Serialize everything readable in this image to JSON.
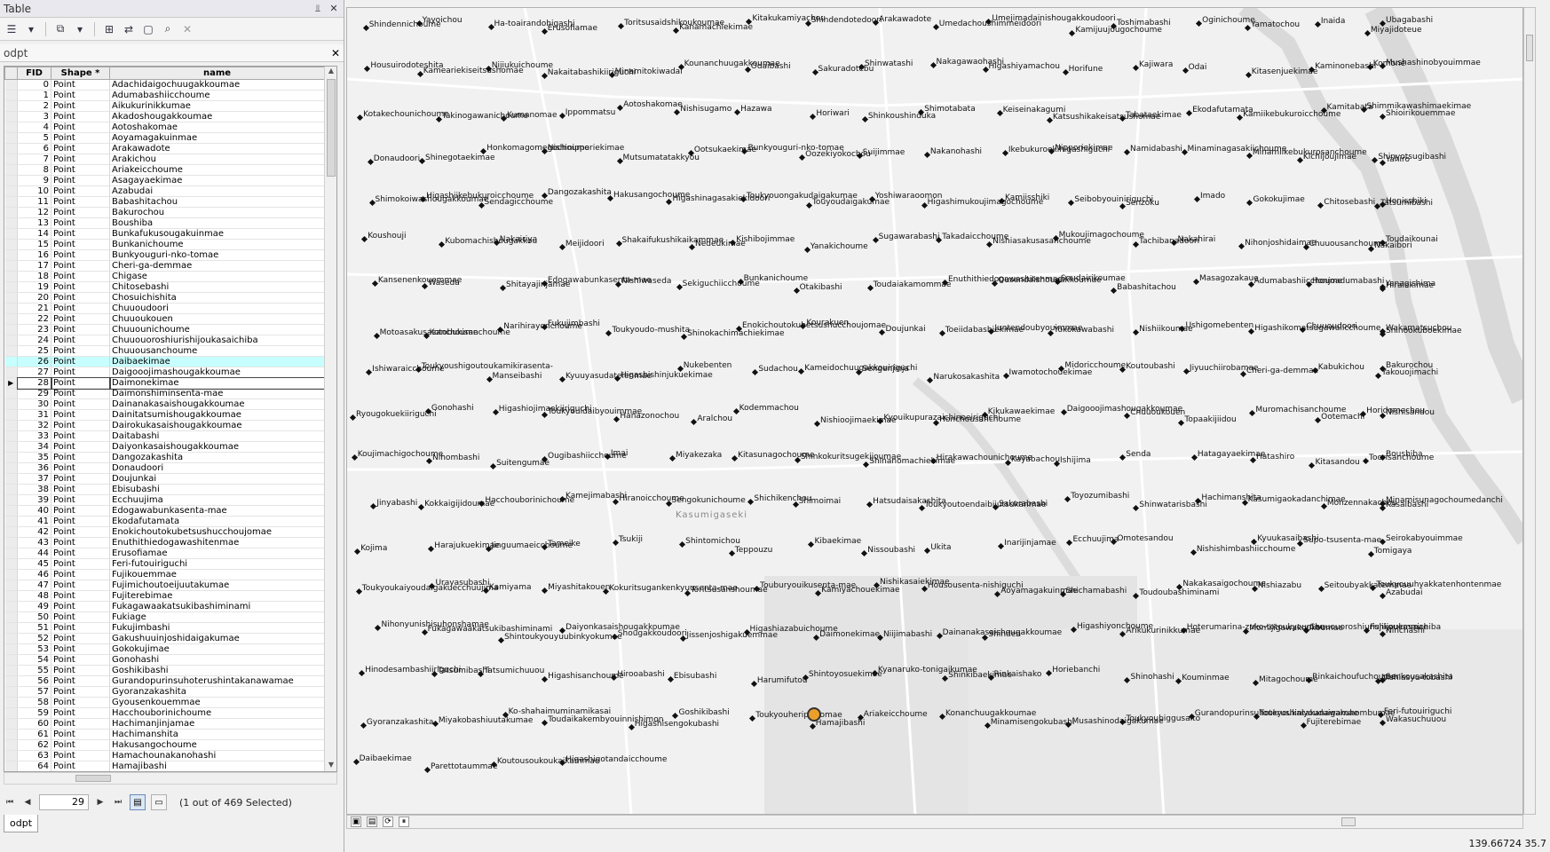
{
  "table_pane": {
    "title": "Table",
    "layer_tab": "odpt",
    "columns": [
      "FID",
      "Shape *",
      "name"
    ],
    "rows": [
      [
        "0",
        "Point",
        "Adachidaigochuugakkoumae"
      ],
      [
        "1",
        "Point",
        "Adumabashiicchoume"
      ],
      [
        "2",
        "Point",
        "Aikukurinikkumae"
      ],
      [
        "3",
        "Point",
        "Akadoshougakkoumae"
      ],
      [
        "4",
        "Point",
        "Aotoshakomae"
      ],
      [
        "5",
        "Point",
        "Aoyamagakuinmae"
      ],
      [
        "6",
        "Point",
        "Arakawadote"
      ],
      [
        "7",
        "Point",
        "Arakichou"
      ],
      [
        "8",
        "Point",
        "Ariakeicchoume"
      ],
      [
        "9",
        "Point",
        "Asagayaekimae"
      ],
      [
        "10",
        "Point",
        "Azabudai"
      ],
      [
        "11",
        "Point",
        "Babashitachou"
      ],
      [
        "12",
        "Point",
        "Bakurochou"
      ],
      [
        "13",
        "Point",
        "Boushiba"
      ],
      [
        "14",
        "Point",
        "Bunkafukusougakuinmae"
      ],
      [
        "15",
        "Point",
        "Bunkanichoume"
      ],
      [
        "16",
        "Point",
        "Bunkyouguri-nko-tomae"
      ],
      [
        "17",
        "Point",
        "Cheri-ga-demmae"
      ],
      [
        "18",
        "Point",
        "Chigase"
      ],
      [
        "19",
        "Point",
        "Chitosebashi"
      ],
      [
        "20",
        "Point",
        "Chosuichishita"
      ],
      [
        "21",
        "Point",
        "Chuuoudoori"
      ],
      [
        "22",
        "Point",
        "Chuuoukouen"
      ],
      [
        "23",
        "Point",
        "Chuuounichoume"
      ],
      [
        "24",
        "Point",
        "Chuuouoroshiurishijoukasaichiba"
      ],
      [
        "25",
        "Point",
        "Chuuousanchoume"
      ],
      [
        "26",
        "Point",
        "Daibaekimae"
      ],
      [
        "27",
        "Point",
        "Daigooojimashougakkoumae"
      ],
      [
        "28",
        "Point",
        "Daimonekimae"
      ],
      [
        "29",
        "Point",
        "Daimonshiminsenta-mae"
      ],
      [
        "30",
        "Point",
        "Dainanakasaishougakkoumae"
      ],
      [
        "31",
        "Point",
        "Dainitatsumishougakkoumae"
      ],
      [
        "32",
        "Point",
        "Dairokukasaishougakkoumae"
      ],
      [
        "33",
        "Point",
        "Daitabashi"
      ],
      [
        "34",
        "Point",
        "Daiyonkasaishougakkoumae"
      ],
      [
        "35",
        "Point",
        "Dangozakashita"
      ],
      [
        "36",
        "Point",
        "Donaudoori"
      ],
      [
        "37",
        "Point",
        "Doujunkai"
      ],
      [
        "38",
        "Point",
        "Ebisubashi"
      ],
      [
        "39",
        "Point",
        "Ecchuujima"
      ],
      [
        "40",
        "Point",
        "Edogawabunkasenta-mae"
      ],
      [
        "41",
        "Point",
        "Ekodafutamata"
      ],
      [
        "42",
        "Point",
        "Enokichoutokubetsushucchoujomae"
      ],
      [
        "43",
        "Point",
        "Enuthithiedogawashitenmae"
      ],
      [
        "44",
        "Point",
        "Erusofiamae"
      ],
      [
        "45",
        "Point",
        "Feri-futouiriguchi"
      ],
      [
        "46",
        "Point",
        "Fujikouemmae"
      ],
      [
        "47",
        "Point",
        "Fujimichoutoeijuutakumae"
      ],
      [
        "48",
        "Point",
        "Fujiterebimae"
      ],
      [
        "49",
        "Point",
        "Fukagawaakatsukibashiminami"
      ],
      [
        "50",
        "Point",
        "Fukiage"
      ],
      [
        "51",
        "Point",
        "Fukujimbashi"
      ],
      [
        "52",
        "Point",
        "Gakushuuinjoshidaigakumae"
      ],
      [
        "53",
        "Point",
        "Gokokujimae"
      ],
      [
        "54",
        "Point",
        "Gonohashi"
      ],
      [
        "55",
        "Point",
        "Goshikibashi"
      ],
      [
        "56",
        "Point",
        "Gurandopurinsuhoterushintakanawamae"
      ],
      [
        "57",
        "Point",
        "Gyoranzakashita"
      ],
      [
        "58",
        "Point",
        "Gyousenkouemmae"
      ],
      [
        "59",
        "Point",
        "Hacchouborinichoume"
      ],
      [
        "60",
        "Point",
        "Hachimanjinjamae"
      ],
      [
        "61",
        "Point",
        "Hachimanshita"
      ],
      [
        "62",
        "Point",
        "Hakusangochoume"
      ],
      [
        "63",
        "Point",
        "Hamachounakanohashi"
      ],
      [
        "64",
        "Point",
        "Hamajibashi"
      ]
    ],
    "highlighted_fid": "26",
    "current_fid": "28",
    "record_number": "29",
    "selection_status": "(1 out of 469 Selected)",
    "bottom_tab": "odpt"
  },
  "map": {
    "district_label": "Kasumigaseki",
    "coordinates": "139.66724  35.7",
    "labels": [
      "Shindennichoume",
      "Yayoichou",
      "Ha-toairandohigashi",
      "Erusofiamae",
      "Toritsusaidshikoukoumae",
      "Kanamachiekimae",
      "Kitakukamiyachou",
      "Shindendotedoori",
      "Arakawadote",
      "Umedachoushimmeidoori",
      "Umejimadainishougakkoudoori",
      "Kamijuujougochoume",
      "Toshimabashi",
      "Oginichoume",
      "Yamatochou",
      "Inaida",
      "Miyajidoteue",
      "Ubagabashi",
      "Housuirodoteshita",
      "Kameariekiseitsushomae",
      "Nijiukuichoume",
      "Nakaitabashikiiriguchi",
      "Minamitokiwadai",
      "Kounanchuugakkoumae",
      "Odaibashi",
      "Sakuradotebu",
      "Shinwatashi",
      "Nakagawaohashi",
      "Higashiyamachou",
      "Horifune",
      "Kajiwara",
      "Odai",
      "Kitasenjuekimae",
      "Kaminonebashi",
      "Komone",
      "Mushashinobyouimmae",
      "Kotakechounichoume",
      "Takinogawanichoume",
      "Kumanomae",
      "Ippommatsu",
      "Aotoshakomae",
      "Nishisugamo",
      "Hazawa",
      "Horiwari",
      "Shinkoushinduka",
      "Shimotabata",
      "Keiseinakagumi",
      "Katsushikakeisatsushomae",
      "Tabataekimae",
      "Ekodafutamata",
      "Kamiikebukuroicchoume",
      "Kamitabata",
      "Shimmikawashimaekimae",
      "Shioirikouemmae",
      "Donaudoori",
      "Shinegotaekimae",
      "Honkomagomegochoume",
      "Nishinipporiekimae",
      "Mutsumatatakkyou",
      "Ootsukaekimae",
      "Bunkyouguri-nko-tomae",
      "Oozekiyokochou",
      "Suijimmae",
      "Nakanohashi",
      "Ikebukuroekihigashiguchi",
      "Nipporiekimae",
      "Namidabashi",
      "Minaminagasakiichoume",
      "Minamiikebukurosanchoume",
      "Kichijoujimae",
      "Shinyotsugibashi",
      "Yahiro",
      "Shimokoiwashougakkoumae",
      "Higashiikebukuroicchoume",
      "Sendagicchoume",
      "Dangozakashita",
      "Hakusangochoume",
      "Higashinagasakiekidoori",
      "Toukyouongakudaigakumae",
      "Touyoudaigakumae",
      "Yoshiwaraoomon",
      "Higashimukoujimagochoume",
      "Kamiisshiki",
      "Seibobyouiniriguchi",
      "Senzoku",
      "Imado",
      "Gokokujimae",
      "Chitosebashi",
      "Tatsumibashi",
      "Honisshiki",
      "Koushouji",
      "Kubomachishougakkou",
      "Nakairiya",
      "Meijidoori",
      "Shakaifukushikaikammae",
      "Nedeukimae",
      "Kishibojimmae",
      "Yanakichoume",
      "Sugawarabashi",
      "Takadaicchoume",
      "Nishiasakusasanchoume",
      "Mukoujimagochoume",
      "Tachibanadoori",
      "Nakahirai",
      "Nihonjoshidaimae",
      "Chuuousanchoume",
      "Nakaibori",
      "Toudaikounai",
      "Kansenenkouemmae",
      "Waseda",
      "Shitayajinjamae",
      "Edogawabunkasenta-mae",
      "Nishiwaseda",
      "Sekiguchiicchoume",
      "Bunkanichoume",
      "Otakibashi",
      "Toudaiakamommae",
      "Enuthithiedogawashitenmae",
      "Ousendaishougakkoumae",
      "Soudairikoumae",
      "Babashitachou",
      "Masagozakaue",
      "Adumabashiicchoume",
      "Honjoadumabashi",
      "Yanagishima",
      "Hiraiekimae",
      "Motoasakusasanchoume",
      "Kotobukisanchoume",
      "Narihirayonchoume",
      "Fukujimbashi",
      "Toukyoudo-mushita",
      "Shinokachimachiekimae",
      "Enokichoutokubetsushucchoujomae",
      "Kourakuen",
      "Doujunkai",
      "Toeiidabashiekimae",
      "Juntendoubyouimmae",
      "Yokokawabashi",
      "Nishiikoumae",
      "Ushigomebenten",
      "Higashikomatsugawaiicchoume",
      "Chuuoudoori",
      "Shinookuboekimae",
      "Wakamatsuchou",
      "Ishiwaraicchoume",
      "Toukyoushigoutoukamikirasenta-",
      "Manseibashi",
      "Kyuuyasudateienmae",
      "Higashishinjukuekimae",
      "Nukebenten",
      "Sudachou",
      "Kameidochuugakkouiriguchi",
      "Sengenjinja",
      "Narukosakashita",
      "Iwamotochouekimae",
      "Midoricchoume",
      "Koutoubashi",
      "Jiyuuchiirobamae",
      "Cheri-ga-demmae",
      "Kabukichou",
      "Yakouojimachi",
      "Bakurochou",
      "Ryougokuekiiriguchi",
      "Gonohashi",
      "Higashiojimaekiiriguchi",
      "Toukyouidaibyouimmae",
      "Hanazonochou",
      "Aralchou",
      "Kodemmachou",
      "Nishioojimaekimae",
      "Kyouikupurazaichinoeiriguchi",
      "Honchousanchoume",
      "Kikukawaekimae",
      "Daigooojimashougakkoumae",
      "Chuuoukouen",
      "Topaakijiidou",
      "Muromachisanchoume",
      "Ootemachi",
      "Horidomechou",
      "Nishisandou",
      "Koujimachigochoume",
      "Nihombashi",
      "Suitengumae",
      "Ougibashiicchoume",
      "Imai",
      "Miyakezaka",
      "Kitasunagochoume",
      "Shinkokuritsugekijoumae",
      "Shinanomachiekimae",
      "Hirakawachounichoume",
      "Kayabachou",
      "Ishijima",
      "Senda",
      "Hatagayaekimae",
      "Hatashiro",
      "Kitasandou",
      "Toorisanchoume",
      "Boushiba",
      "Jinyabashi",
      "Kokkaigijidoumae",
      "Hacchouborinichoume",
      "Kamejimabashi",
      "Hiranoicchoume",
      "Sengokunichoume",
      "Shichikenchou",
      "Shimoimai",
      "Hatsudaisakashita",
      "Toukyoutoendaibijutsukanmae",
      "Sakurabashi",
      "Toyozumibashi",
      "Shinwatarisbashi",
      "Hachimanshita",
      "Kasumigaokadanchimae",
      "Monzennakachou",
      "Minamisunagochoumedanchi",
      "Kasaibashi",
      "Kojima",
      "Harajukuekimae",
      "Jinguumaeicchoume",
      "Tameike",
      "Tsukiji",
      "Shintomichou",
      "Teppouzu",
      "Kibaekimae",
      "Nissoubashi",
      "Ukita",
      "Inarijinjamae",
      "Ecchuujima",
      "Omotesandou",
      "Nishishimbashiicchoume",
      "Kyuukasaibashi",
      "Supo-tsusenta-mae",
      "Tomigaya",
      "Seirokabyouimmae",
      "Toukyoukaiyoudaigakuecchuujima",
      "Urayasubashi",
      "Kamiyama",
      "Miyashitakouen",
      "Kokuritsugankenkyuusenta-mae",
      "Toritsusanshoumae",
      "Touburyouikusenta-mae",
      "Kamiyachouekimae",
      "Nishikasaiekimae",
      "Housousenta-nishiguchi",
      "Aoyamagakuinmae",
      "Shichamabashi",
      "Toudoubashiminami",
      "Nakakasaigochoume",
      "Nishiazabu",
      "Seitoubyakkatemmae",
      "Toukyouuhyakkatenhontenmae",
      "Azabudai",
      "Nihonyunishisuhonshamae",
      "Fukagawaakatsukibashiminami",
      "Shintoukyouyuubinkyokumae",
      "Daiyonkasaishougakkoumae",
      "Shougakkoudoori",
      "Jissenjoshigakuemmae",
      "Higashiazabuichoume",
      "Daimonekimae",
      "Niijimabashi",
      "Dainanakasaishougakkoumae",
      "Shinden",
      "Higashiyonchoume",
      "Arikukurinikkumae",
      "Hoterumarina-zuko-totoukyoumae",
      "Momijigawakoukoumae",
      "Chuuouoroshiurishijoukasaichiba",
      "Fujikouemmae",
      "Ninchashi",
      "Hinodesambashiiriguchi",
      "Tatsumibashi",
      "Tatsumichuuou",
      "Higashisanchoume",
      "Hirooabashi",
      "Ebisubashi",
      "Harumifutou",
      "Shintoyosuekimae",
      "Kyanaruko-tonigaikumae",
      "Shinkibaekimae",
      "Rinkaishako",
      "Horiebanchi",
      "Shinohashi",
      "Kouminmae",
      "Mitagochoume",
      "Rinkaichoufuchoume",
      "Nishiasyu-tobashi",
      "Sankousakashita",
      "Gyoranzakashita",
      "Miyakobashiuutakumae",
      "Ko-shahaimuminamikasai",
      "Toudaikakembyouinnishimon",
      "Higashisengokubashi",
      "Goshikibashi",
      "Toukyouheripo-tomae",
      "Hamajibashi",
      "Ariakeicchoume",
      "Konanchuugakkoumae",
      "Minamisengokubashi",
      "Musashinodaigakumae",
      "Toukyoubiggusaito",
      "Gurandopurinsuhoterushintakanawamae",
      "Toukyoukaiyoudaigakuhombumae",
      "Fujiterebimae",
      "Feri-futouiriguchi",
      "Wakasuchuuou",
      "Daibaekimae",
      "Parettotaummae",
      "Koutousoukoukaikammae",
      "Higashigotandaicchoume"
    ]
  }
}
